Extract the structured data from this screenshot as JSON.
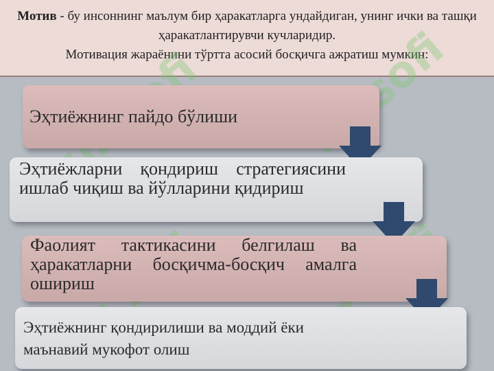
{
  "header": {
    "term": "Мотив",
    "definition": " - бу инсоннинг маълум бир ҳаракатларга ундайдиган, унинг ички ва ташқи ҳаракатлантирувчи кучларидир.",
    "subline": "Мотивация жараёнини тўртта асосий босқичга ажратиш мумкин:"
  },
  "watermark": {
    "text": "uz sofi"
  },
  "steps": [
    {
      "text": "Эҳтиёжнинг пайдо бўлиши"
    },
    {
      "text": "Эҳтиёжларни қондириш стратегиясини ишлаб чиқиш ва йўлларини қидириш"
    },
    {
      "text": "Фаолият тактикасини белгилаш ва ҳаракатларни босқичма-босқич амалга ошириш"
    },
    {
      "text": "Эҳтиёжнинг қондирилиши ва моддий ёки маънавий мукофот олиш"
    }
  ],
  "colors": {
    "header_bg": "#eddbd8",
    "background": "#b7bcc3",
    "step_pink": "#d4b4b3",
    "step_grey": "#dfe0e3",
    "arrow": "#2f4a6e"
  }
}
